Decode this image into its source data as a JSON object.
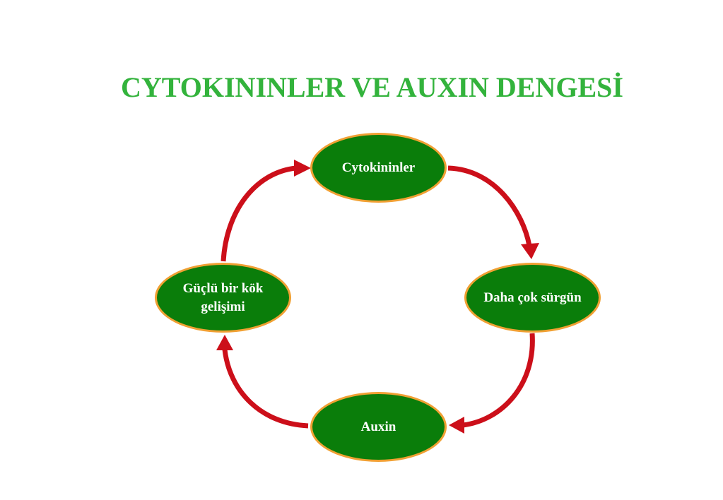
{
  "title": "CYTOKININLER VE AUXIN DENGESİ",
  "colors": {
    "title": "#33b33c",
    "node_fill": "#0a7d0a",
    "node_border": "#f0a033",
    "node_text": "#ffffff",
    "arrow": "#cc0f1a"
  },
  "nodes": {
    "top": {
      "label": "Cytokininler"
    },
    "right": {
      "label": "Daha çok sürgün"
    },
    "bottom": {
      "label": "Auxin"
    },
    "left": {
      "line1": "Güçlü bir kök",
      "line2": "gelişimi"
    }
  }
}
